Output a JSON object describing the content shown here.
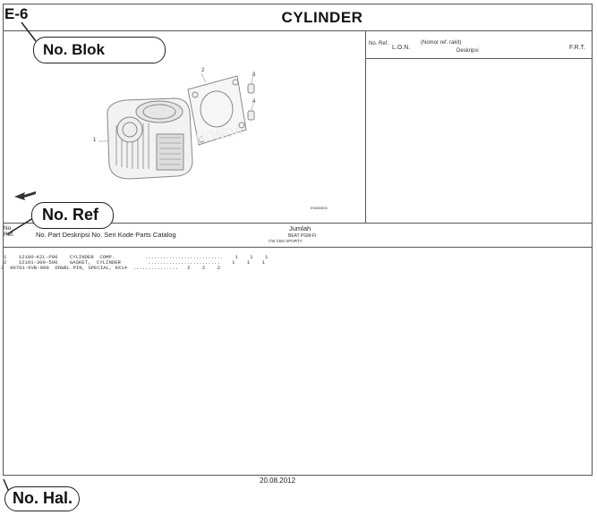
{
  "header": {
    "block_code": "E-6",
    "title": "CYLINDER"
  },
  "callouts": {
    "no_blok": "No. Blok",
    "no_ref": "No. Ref",
    "no_hal": "No. Hal."
  },
  "right_panel": {
    "col_no_ref": "No. Ref.",
    "col_lon": "L.O.N.",
    "col_desc_top": "(Nomor ref. rakit)",
    "col_desc": "Deskripsi",
    "col_frt": "F.R.T."
  },
  "diagram": {
    "callout_numbers": [
      "1",
      "2",
      "3",
      "4"
    ],
    "drawing_code": "E0006E00"
  },
  "table": {
    "col_no_ref": "No. Ref.",
    "col_header": "No. Part Deskripsi No. Seri Kode Parts Catalog",
    "col_jumlah": "Jumlah",
    "col_jumlah_sub1": "BEAT PGM-FI",
    "col_jumlah_sub2": "CW  CBS  SPORTY",
    "rows": [
      "1    12100-K2L-P00    CYLINDER  COMP.          ..........................    1    1    1",
      "2    12191-300-500    GASKET,  CYLINDER         ........................    1    1    1",
      "3  90701-KVB-900  DOWEL PIN, SPECIAL, 8X14  ...............   2    2    2"
    ]
  },
  "footer": {
    "date": "20.08.2012"
  }
}
